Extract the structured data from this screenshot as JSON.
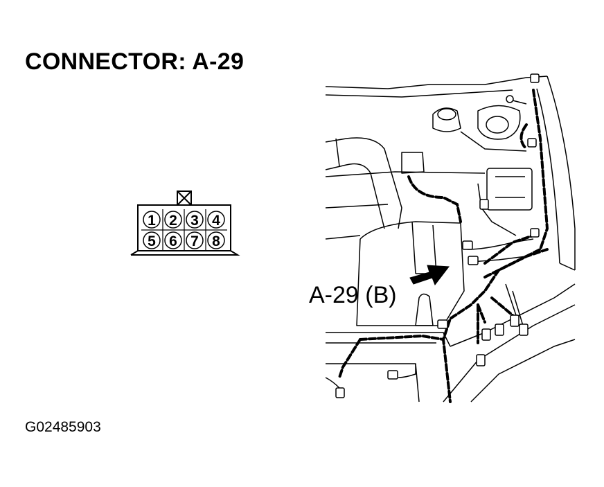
{
  "title": "CONNECTOR: A-29",
  "connector": {
    "pins_top": [
      "1",
      "2",
      "3",
      "4"
    ],
    "pins_bottom": [
      "5",
      "6",
      "7",
      "8"
    ]
  },
  "callout_label": "A-29 (B)",
  "figure_id": "G02485903"
}
